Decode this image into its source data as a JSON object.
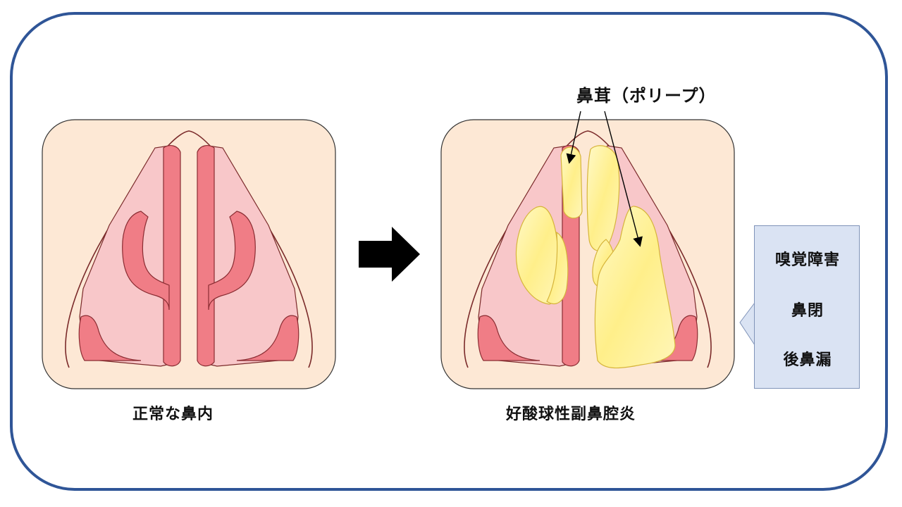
{
  "labels": {
    "normal": "正常な鼻内",
    "disease": "好酸球性副鼻腔炎",
    "polyp": "鼻茸（ポリープ）"
  },
  "symptoms": [
    "嗅覚障害",
    "鼻閉",
    "後鼻漏"
  ],
  "colors": {
    "frame_border": "#2f5597",
    "panel_bg": "#fde8d5",
    "cavity": "#f8c7c9",
    "mucosa": "#f07d86",
    "polyp_fill": "#fff3a8",
    "polyp_stroke": "#d6b43a",
    "callout_bg": "#dae3f3",
    "arrow": "#000000"
  }
}
